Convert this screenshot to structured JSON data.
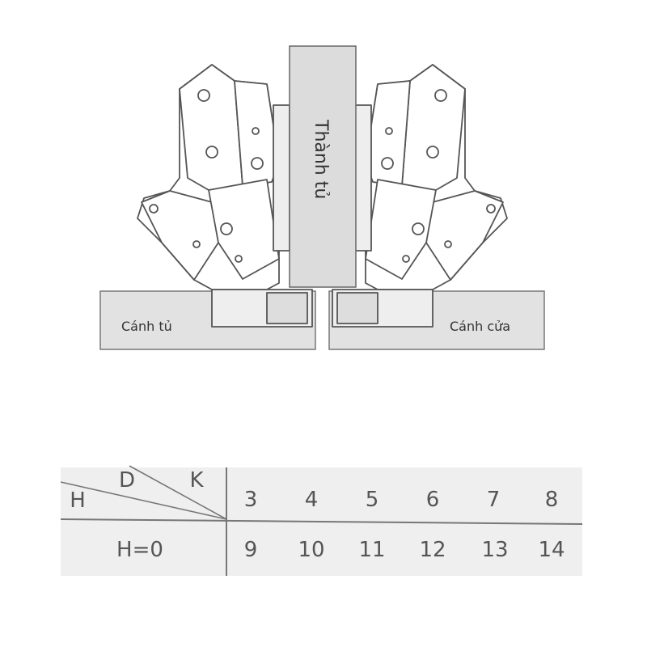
{
  "diagram": {
    "cabinet_wall_label": "Thành tủ",
    "left_door_label": "Cánh tủ",
    "right_door_label": "Cánh cửa"
  },
  "table": {
    "corner_labels": {
      "h": "H",
      "d": "D",
      "k": "K"
    },
    "row1_values": [
      "3",
      "4",
      "5",
      "6",
      "7",
      "8"
    ],
    "row2_label": "H=0",
    "row2_values": [
      "9",
      "10",
      "11",
      "12",
      "13",
      "14"
    ]
  }
}
